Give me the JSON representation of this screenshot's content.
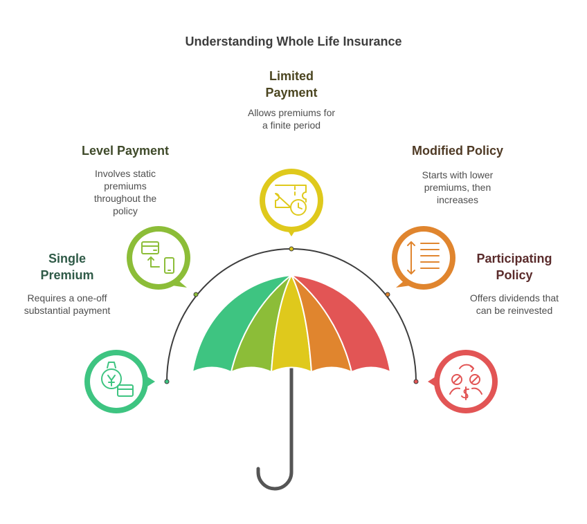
{
  "title": "Understanding Whole Life Insurance",
  "items": [
    {
      "heading_line1": "Single",
      "heading_line2": "Premium",
      "desc_line1": "Requires a one-off",
      "desc_line2": "substantial payment",
      "color": "#3ec481",
      "heading_color": "#2f5a47",
      "icon": "payment-clock-icon"
    },
    {
      "heading": "Level Payment",
      "desc_line1": "Involves static",
      "desc_line2": "premiums",
      "desc_line3": "throughout the",
      "desc_line4": "policy",
      "color": "#8cbd38",
      "heading_color": "#3f4a2a",
      "icon": "card-transfer-icon"
    },
    {
      "heading_line1": "Limited",
      "heading_line2": "Payment",
      "desc_line1": "Allows premiums for",
      "desc_line2": "a finite period",
      "color": "#dfc91c",
      "heading_color": "#4b4520",
      "icon": "ticket-clock-icon"
    },
    {
      "heading": "Modified Policy",
      "desc_line1": "Starts with lower",
      "desc_line2": "premiums, then",
      "desc_line3": "increases",
      "color": "#e0852e",
      "heading_color": "#4f3a25",
      "icon": "scale-list-icon"
    },
    {
      "heading_line1": "Participating",
      "heading_line2": "Policy",
      "desc_line1": "Offers dividends that",
      "desc_line2": "can be reinvested",
      "color": "#e25555",
      "heading_color": "#5a2b2b",
      "icon": "dividends-exchange-icon"
    }
  ],
  "umbrella_colors": [
    "#3ec481",
    "#8cbd38",
    "#dfc91c",
    "#e0852e",
    "#e25555"
  ],
  "handle_color": "#555555",
  "arc_color": "#3d3d3d"
}
